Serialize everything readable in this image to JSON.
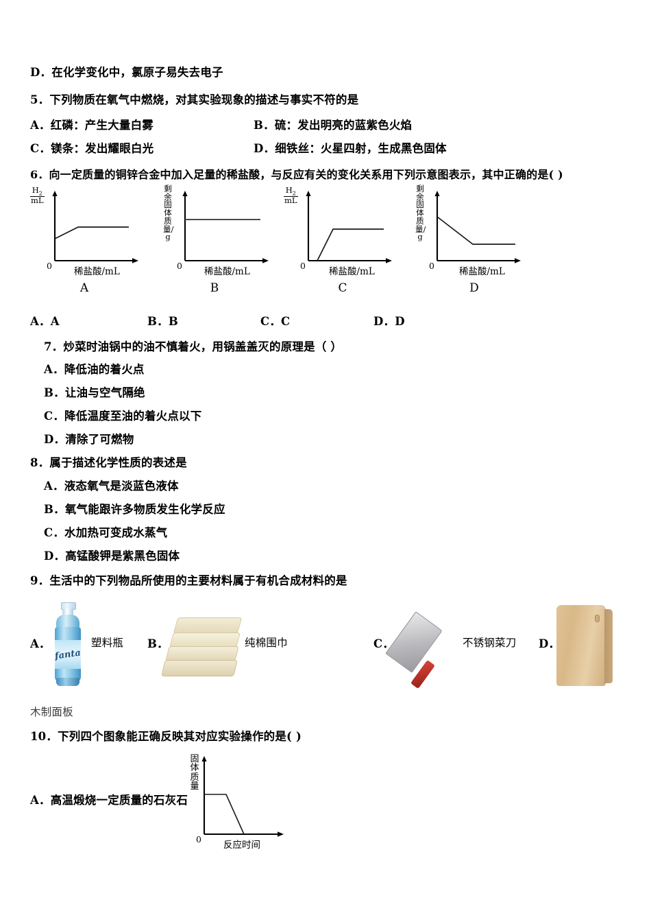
{
  "document": {
    "type": "exam-paper",
    "language": "zh-CN",
    "subject_hint": "chemistry"
  },
  "items": [
    {
      "id": "q4-opt-d",
      "kind": "option",
      "letter": "D．",
      "text": "在化学变化中，氯原子易失去电子"
    },
    {
      "id": "q5",
      "kind": "stem",
      "number": "5．",
      "text": "下列物质在氧气中燃烧，对其实验现象的描述与事实不符的是"
    },
    {
      "id": "q5-a",
      "kind": "option",
      "letter": "A．",
      "text": "红磷：产生大量白雾"
    },
    {
      "id": "q5-b",
      "kind": "option",
      "letter": "B．",
      "text": "硫：发出明亮的蓝紫色火焰"
    },
    {
      "id": "q5-c",
      "kind": "option",
      "letter": "C．",
      "text": "镁条：发出耀眼白光"
    },
    {
      "id": "q5-d",
      "kind": "option",
      "letter": "D．",
      "text": "细铁丝：火星四射，生成黑色固体"
    },
    {
      "id": "q6",
      "kind": "stem",
      "number": "6．",
      "text": "向一定质量的铜锌合金中加入足量的稀盐酸，与反应有关的变化关系用下列示意图表示，其中正确的是( )"
    },
    {
      "id": "q6-a",
      "kind": "option",
      "letter": "A．",
      "text": "A"
    },
    {
      "id": "q6-b",
      "kind": "option",
      "letter": "B．",
      "text": "B"
    },
    {
      "id": "q6-c",
      "kind": "option",
      "letter": "C．",
      "text": "C"
    },
    {
      "id": "q6-d",
      "kind": "option",
      "letter": "D．",
      "text": "D"
    },
    {
      "id": "q7",
      "kind": "stem",
      "number": "7．",
      "text": "炒菜时油锅中的油不慎着火，用锅盖盖灭的原理是（      ）"
    },
    {
      "id": "q7-a",
      "kind": "option",
      "letter": "A．",
      "text": "降低油的着火点"
    },
    {
      "id": "q7-b",
      "kind": "option",
      "letter": "B．",
      "text": "让油与空气隔绝"
    },
    {
      "id": "q7-c",
      "kind": "option",
      "letter": "C．",
      "text": "降低温度至油的着火点以下"
    },
    {
      "id": "q7-d",
      "kind": "option",
      "letter": "D．",
      "text": "清除了可燃物"
    },
    {
      "id": "q8",
      "kind": "stem",
      "number": "8．",
      "text": "属于描述化学性质的表述是"
    },
    {
      "id": "q8-a",
      "kind": "option",
      "letter": "A．",
      "text": "液态氧气是淡蓝色液体"
    },
    {
      "id": "q8-b",
      "kind": "option",
      "letter": "B．",
      "text": "氧气能跟许多物质发生化学反应"
    },
    {
      "id": "q8-c",
      "kind": "option",
      "letter": "C．",
      "text": "水加热可变成水蒸气"
    },
    {
      "id": "q8-d",
      "kind": "option",
      "letter": "D．",
      "text": "高锰酸钾是紫黑色固体"
    },
    {
      "id": "q9",
      "kind": "stem",
      "number": "9．",
      "text": "生活中的下列物品所使用的主要材料属于有机合成材料的是"
    },
    {
      "id": "q10",
      "kind": "stem",
      "number": "10．",
      "text": "下列四个图象能正确反映其对应实验操作的是( )"
    },
    {
      "id": "q10-a",
      "kind": "option",
      "letter": "A．",
      "text": "高温煅烧一定质量的石灰石"
    }
  ],
  "q9_options": [
    {
      "letter": "A．",
      "caption": "塑料瓶",
      "image": "plastic-bottle",
      "brand_text": "fanta"
    },
    {
      "letter": "B．",
      "caption": "纯棉围巾",
      "image": "cotton-towels"
    },
    {
      "letter": "C．",
      "caption": "不锈钢菜刀",
      "image": "stainless-steel-cleaver"
    },
    {
      "letter": "D．",
      "caption": "木制面板",
      "image": "wooden-board"
    }
  ],
  "chart_data": [
    {
      "id": "chart-A",
      "type": "line",
      "caption": "A",
      "ylabel_numerator": "H",
      "ylabel_sub": "2",
      "ylabel_denominator": "mL",
      "ylabel_kind": "fraction",
      "xlabel": "稀盐酸/mL",
      "origin": "0",
      "x": [
        0,
        30,
        100
      ],
      "y": [
        28,
        55,
        55
      ],
      "xlim": [
        0,
        100
      ],
      "ylim": [
        0,
        100
      ],
      "grid": false,
      "note": "起点不为零，先上升后水平"
    },
    {
      "id": "chart-B",
      "type": "line",
      "caption": "B",
      "ylabel_text": "剩余固体质量/g",
      "ylabel_kind": "vertical",
      "xlabel": "稀盐酸/mL",
      "origin": "0",
      "x": [
        0,
        100
      ],
      "y": [
        58,
        58
      ],
      "xlim": [
        0,
        100
      ],
      "ylim": [
        0,
        100
      ],
      "grid": false,
      "note": "水平不变"
    },
    {
      "id": "chart-C",
      "type": "line",
      "caption": "C",
      "ylabel_numerator": "H",
      "ylabel_sub": "2",
      "ylabel_denominator": "mL",
      "ylabel_kind": "fraction",
      "xlabel": "稀盐酸/mL",
      "origin": "0",
      "x": [
        12,
        36,
        100
      ],
      "y": [
        0,
        52,
        52
      ],
      "xlim": [
        0,
        100
      ],
      "ylim": [
        0,
        100
      ],
      "grid": false,
      "note": "延迟起点，陡升后水平"
    },
    {
      "id": "chart-D",
      "type": "line",
      "caption": "D",
      "ylabel_text": "剩余固体质量/g",
      "ylabel_kind": "vertical",
      "xlabel": "稀盐酸/mL",
      "origin": "0",
      "x": [
        0,
        46,
        100
      ],
      "y": [
        62,
        22,
        22
      ],
      "xlim": [
        0,
        100
      ],
      "ylim": [
        0,
        100
      ],
      "grid": false,
      "note": "下降后水平"
    },
    {
      "id": "chart-q10-A",
      "type": "line",
      "caption": "",
      "ylabel_text": "固体质量",
      "ylabel_kind": "vertical",
      "xlabel": "反应时间",
      "origin": "0",
      "x": [
        0,
        28,
        52,
        100
      ],
      "y": [
        62,
        62,
        0,
        0
      ],
      "xlim": [
        0,
        100
      ],
      "ylim": [
        0,
        100
      ],
      "grid": false,
      "note": "先水平后下降至零"
    }
  ]
}
